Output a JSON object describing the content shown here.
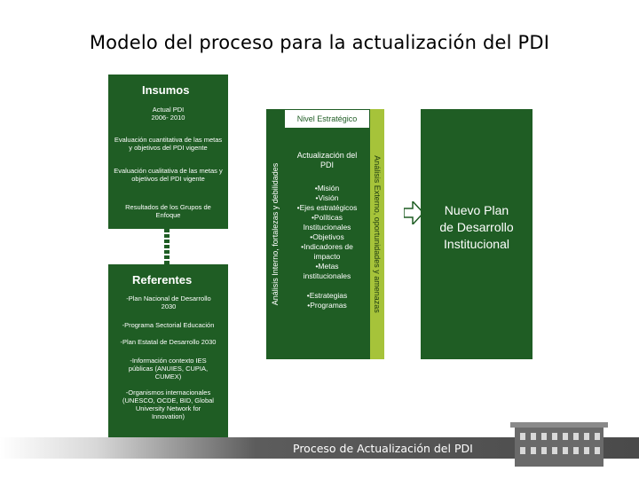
{
  "title": "Modelo del proceso para la actualización del PDI",
  "insumos": {
    "heading": "Insumos",
    "items": [
      "Actual PDI 2006- 2010",
      "Evaluación cuantitativa de las metas y objetivos del PDI vigente",
      "Evaluación cualitativa de las metas y objetivos del PDI vigente",
      "Resultados de los Grupos de Enfoque"
    ]
  },
  "referentes": {
    "heading": "Referentes",
    "items": [
      "-Plan Nacional de Desarrollo 2030",
      "-Programa Sectorial Educación",
      "-Plan Estatal de Desarrollo 2030",
      "-Información contexto IES públicas (ANUIES, CUPIA, CUMEX)",
      "-Organismos internacionales (UNESCO, OCDE, BID, Global University Network for Innovation)"
    ]
  },
  "left_bar": "Análisis Interno, fortalezas y debilidades",
  "nivel": "Nivel Estratégico",
  "center": {
    "heading": "Actualización del PDI",
    "items": [
      "•Misión",
      "•Visión",
      "•Ejes estratégicos",
      "•Políticas Institucionales",
      "•Objetivos",
      "•Indicadores de impacto",
      "•Metas institucionales",
      "•Estrategias",
      "•Programas"
    ]
  },
  "right_bar": "Análisis Externo, oportunidades y amenazas",
  "result": "Nuevo Plan de Desarrollo Institucional",
  "footer": "Proceso de Actualización del PDI"
}
